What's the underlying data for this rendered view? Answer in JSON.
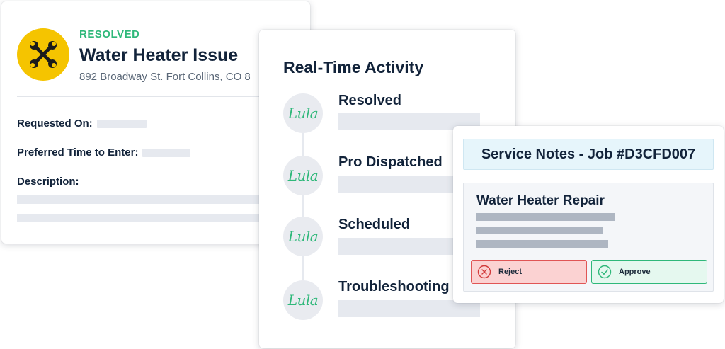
{
  "issue": {
    "status": "RESOLVED",
    "title": "Water Heater Issue",
    "address": "892 Broadway St. Fort Collins, CO 8",
    "fields": {
      "requested_on": "Requested On:",
      "preferred_time": "Preferred Time to Enter:",
      "description": "Description:"
    }
  },
  "activity": {
    "title": "Real-Time Activity",
    "logo_text": "Lula",
    "steps": [
      {
        "label": "Resolved"
      },
      {
        "label": "Pro Dispatched"
      },
      {
        "label": "Scheduled"
      },
      {
        "label": "Troubleshooting"
      }
    ]
  },
  "notes": {
    "title": "Service Notes - Job #D3CFD007",
    "repair_title": "Water Heater Repair",
    "reject_label": "Reject",
    "approve_label": "Approve"
  },
  "colors": {
    "accent_green": "#2fb87a",
    "icon_yellow": "#f5c400",
    "reject_red": "#e05555",
    "notes_header_bg": "#e6f5fb"
  },
  "icons": {
    "issue_icon": "wrench-cross-icon",
    "reject_icon": "x-circle-icon",
    "approve_icon": "check-circle-icon"
  }
}
